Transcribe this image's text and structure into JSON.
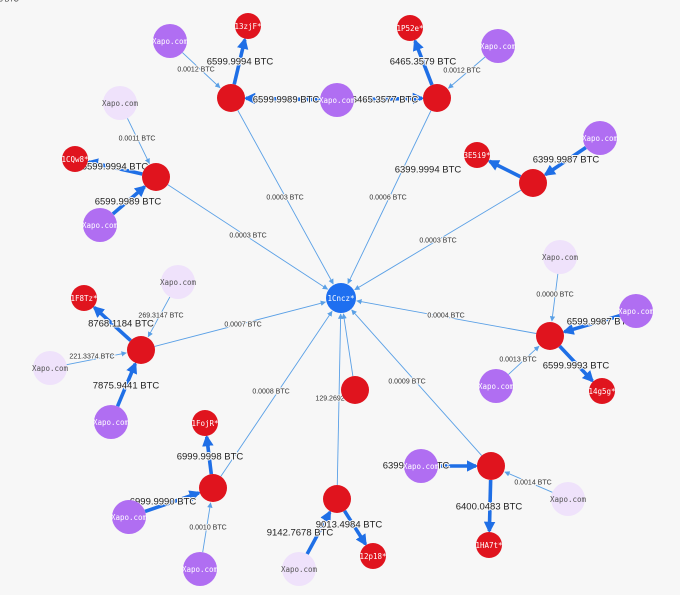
{
  "colors": {
    "center": "#1e6ff0",
    "address": "#e0141e",
    "xapo": "#b06ef2",
    "xapo_light": "#efe2fb",
    "edge_thin": "#5aa0e6",
    "edge_thick": "#1f6fe6",
    "label_on_dark": "#ffffff",
    "label_on_xapo": "#ffffff",
    "label_on_light": "#555555"
  },
  "nodes": [
    {
      "id": "center",
      "label": "1Cncz*",
      "kind": "center"
    },
    {
      "id": "c1",
      "label": "",
      "kind": "address"
    },
    {
      "id": "c2",
      "label": "",
      "kind": "address"
    },
    {
      "id": "c3",
      "label": "",
      "kind": "address"
    },
    {
      "id": "c4",
      "label": "",
      "kind": "address"
    },
    {
      "id": "c5",
      "label": "",
      "kind": "address"
    },
    {
      "id": "c6",
      "label": "",
      "kind": "address"
    },
    {
      "id": "c7",
      "label": "",
      "kind": "address"
    },
    {
      "id": "c8",
      "label": "",
      "kind": "address"
    },
    {
      "id": "c9",
      "label": "",
      "kind": "address"
    },
    {
      "id": "c10",
      "label": "",
      "kind": "address"
    },
    {
      "id": "l_13zjf",
      "label": "13zjF*",
      "kind": "address"
    },
    {
      "id": "l_1p52e",
      "label": "1P52e*",
      "kind": "address"
    },
    {
      "id": "l_1cqw8",
      "label": "1CQw8*",
      "kind": "address"
    },
    {
      "id": "l_3e5i9",
      "label": "3E5i9*",
      "kind": "address"
    },
    {
      "id": "l_1f8tz",
      "label": "1F8Tz*",
      "kind": "address"
    },
    {
      "id": "l_14g5g",
      "label": "14g5g*",
      "kind": "address"
    },
    {
      "id": "l_1fojr",
      "label": "1FojR*",
      "kind": "address"
    },
    {
      "id": "l_12p18",
      "label": "12p18*",
      "kind": "address"
    },
    {
      "id": "l_1ha7t",
      "label": "1HA7t*",
      "kind": "address"
    },
    {
      "id": "x1",
      "label": "Xapo.com",
      "kind": "xapo"
    },
    {
      "id": "x2",
      "label": "Xapo.com",
      "kind": "xapo"
    },
    {
      "id": "x3",
      "label": "Xapo.com",
      "kind": "xapo"
    },
    {
      "id": "x4",
      "label": "Xapo.com",
      "kind": "xapo_light"
    },
    {
      "id": "x5",
      "label": "Xapo.com",
      "kind": "xapo"
    },
    {
      "id": "x6",
      "label": "Xapo.com",
      "kind": "xapo"
    },
    {
      "id": "x7",
      "label": "Xapo.com",
      "kind": "xapo_light"
    },
    {
      "id": "x8",
      "label": "Xapo.com",
      "kind": "xapo_light"
    },
    {
      "id": "x9",
      "label": "Xapo.com",
      "kind": "xapo"
    },
    {
      "id": "x10",
      "label": "Xapo.com",
      "kind": "xapo_light"
    },
    {
      "id": "x11",
      "label": "Xapo.com",
      "kind": "xapo"
    },
    {
      "id": "x12",
      "label": "Xapo.com",
      "kind": "xapo"
    },
    {
      "id": "x13",
      "label": "Xapo.com",
      "kind": "xapo"
    },
    {
      "id": "x14",
      "label": "Xapo.com",
      "kind": "xapo_light"
    },
    {
      "id": "x15",
      "label": "Xapo.com",
      "kind": "xapo"
    },
    {
      "id": "x16",
      "label": "Xapo.com",
      "kind": "xapo_light"
    },
    {
      "id": "x17",
      "label": "Xapo.com",
      "kind": "xapo"
    },
    {
      "id": "x18",
      "label": "Xapo.com",
      "kind": "xapo_light"
    }
  ],
  "edges": [
    {
      "from": "c1",
      "to": "center",
      "label": "0.0003 BTC",
      "weight": "thin"
    },
    {
      "from": "c2",
      "to": "center",
      "label": "0.0006 BTC",
      "weight": "thin"
    },
    {
      "from": "c3",
      "to": "center",
      "label": "0.0003 BTC",
      "weight": "thin"
    },
    {
      "from": "c4",
      "to": "center",
      "label": "0.0003 BTC",
      "weight": "thin"
    },
    {
      "from": "c5",
      "to": "center",
      "label": "0.0007 BTC",
      "weight": "thin"
    },
    {
      "from": "c6",
      "to": "center",
      "label": "0.0004 BTC",
      "weight": "thin"
    },
    {
      "from": "c7",
      "to": "center",
      "label": "0.0008 BTC",
      "weight": "thin"
    },
    {
      "from": "c8",
      "to": "center",
      "label": "129.2692 BTC",
      "weight": "thin"
    },
    {
      "from": "c9",
      "to": "center",
      "label": "0.0009 BTC",
      "weight": "thin"
    },
    {
      "from": "c10",
      "to": "center",
      "label": "0.0003 BTC",
      "weight": "thin"
    },
    {
      "from": "c1",
      "to": "l_13zjf",
      "label": "6599.9994 BTC",
      "weight": "thick"
    },
    {
      "from": "x1",
      "to": "c1",
      "label": "0.0012 BTC",
      "weight": "thin"
    },
    {
      "from": "x2",
      "to": "c1",
      "label": "6599.9989 BTC",
      "weight": "thick"
    },
    {
      "from": "c2",
      "to": "l_1p52e",
      "label": "6465.3579 BTC",
      "weight": "thick"
    },
    {
      "from": "x3",
      "to": "c2",
      "label": "0.0012 BTC",
      "weight": "thin"
    },
    {
      "from": "x2",
      "to": "c2",
      "label": "6465.3577 BTC",
      "weight": "thick"
    },
    {
      "from": "x4",
      "to": "c3",
      "label": "0.0011 BTC",
      "weight": "thin"
    },
    {
      "from": "c3",
      "to": "l_1cqw8",
      "label": "6599.9994 BTC",
      "weight": "thick"
    },
    {
      "from": "x5",
      "to": "c3",
      "label": "6599.9989 BTC",
      "weight": "thick"
    },
    {
      "from": "c4",
      "to": "l_3e5i9",
      "label": "6399.9994 BTC",
      "weight": "thick"
    },
    {
      "from": "x6",
      "to": "c4",
      "label": "6399.9987 BTC",
      "weight": "thick"
    },
    {
      "from": "x7",
      "to": "c5",
      "label": "269.3147 BTC",
      "weight": "thin"
    },
    {
      "from": "c5",
      "to": "l_1f8tz",
      "label": "8768.1184 BTC",
      "weight": "thick"
    },
    {
      "from": "x8",
      "to": "c5",
      "label": "221.3374 BTC",
      "weight": "thin"
    },
    {
      "from": "x9",
      "to": "c5",
      "label": "7875.9441 BTC",
      "weight": "thick"
    },
    {
      "from": "x10",
      "to": "c6",
      "label": "0.0000 BTC",
      "weight": "thin"
    },
    {
      "from": "x11",
      "to": "c6",
      "label": "6599.9987 BTC",
      "weight": "thick"
    },
    {
      "from": "x12",
      "to": "c6",
      "label": "0.0013 BTC",
      "weight": "thin"
    },
    {
      "from": "c6",
      "to": "l_14g5g",
      "label": "6599.9993 BTC",
      "weight": "thick"
    },
    {
      "from": "c7",
      "to": "l_1fojr",
      "label": "6999.9998 BTC",
      "weight": "thick"
    },
    {
      "from": "x13",
      "to": "c7",
      "label": "6999.9990 BTC",
      "weight": "thick"
    },
    {
      "from": "x15",
      "to": "c7",
      "label": "0.0010 BTC",
      "weight": "thin"
    },
    {
      "from": "x16",
      "to": "c8",
      "label": "9142.7678 BTC",
      "weight": "thick"
    },
    {
      "from": "c8",
      "to": "l_12p18",
      "label": "9013.4984 BTC",
      "weight": "thick"
    },
    {
      "from": "x17",
      "to": "c9",
      "label": "6399.9986 BTC",
      "weight": "thick"
    },
    {
      "from": "x18",
      "to": "c9",
      "label": "0.0014 BTC",
      "weight": "thin"
    },
    {
      "from": "c9",
      "to": "l_1ha7t",
      "label": "6400.0483 BTC",
      "weight": "thick"
    }
  ]
}
